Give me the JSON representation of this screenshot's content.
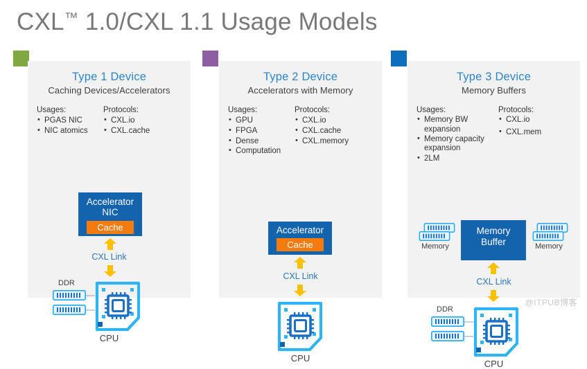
{
  "slide": {
    "title_main": "CXL",
    "title_tm": "™",
    "title_rest": " 1.0/CXL 1.1 Usage Models",
    "watermark": "@ITPUB博客",
    "colors": {
      "accent_green": "#80a840",
      "accent_purple": "#8d5ea2",
      "accent_blue": "#0d6ebd",
      "panel_bg": "#f2f2f2",
      "device_box": "#1463ad",
      "cache_box": "#f57c0a",
      "link_arrow": "#ffc000",
      "link_text": "#2e75b6",
      "heading_text": "#2e84c8"
    }
  },
  "panels": [
    {
      "accent_color": "#80a840",
      "title": "Type 1 Device",
      "subtitle": "Caching Devices/Accelerators",
      "usages_head": "Usages:",
      "usages": [
        "PGAS NIC",
        "NIC atomics"
      ],
      "protocols_head": "Protocols:",
      "protocols": [
        "CXL.io",
        "CXL.cache"
      ],
      "device_title": "Accelerator",
      "device_title2": "NIC",
      "cache_label": "Cache",
      "link_label": "CXL Link",
      "ddr_label": "DDR",
      "cpu_label": "CPU"
    },
    {
      "accent_color": "#8d5ea2",
      "title": "Type 2 Device",
      "subtitle": "Accelerators with Memory",
      "usages_head": "Usages:",
      "usages": [
        "GPU",
        "FPGA",
        "Dense",
        "Computation"
      ],
      "protocols_head": "Protocols:",
      "protocols": [
        "CXL.io",
        "CXL.cache",
        "CXL.memory"
      ],
      "device_title": "Accelerator",
      "device_title2": "",
      "cache_label": "Cache",
      "link_label": "CXL Link",
      "ddr_label": "",
      "cpu_label": "CPU"
    },
    {
      "accent_color": "#0d6ebd",
      "title": "Type 3 Device",
      "subtitle": "Memory Buffers",
      "usages_head": "Usages:",
      "usages": [
        "Memory BW expansion",
        "Memory capacity expansion",
        "2LM"
      ],
      "protocols_head": "Protocols:",
      "protocols": [
        "CXL.io",
        "CXL.mem"
      ],
      "device_title": "Memory",
      "device_title2": "Buffer",
      "cache_label": "",
      "link_label": "CXL Link",
      "ddr_label": "DDR",
      "cpu_label": "CPU",
      "memory_left_label": "Memory",
      "memory_right_label": "Memory"
    }
  ]
}
